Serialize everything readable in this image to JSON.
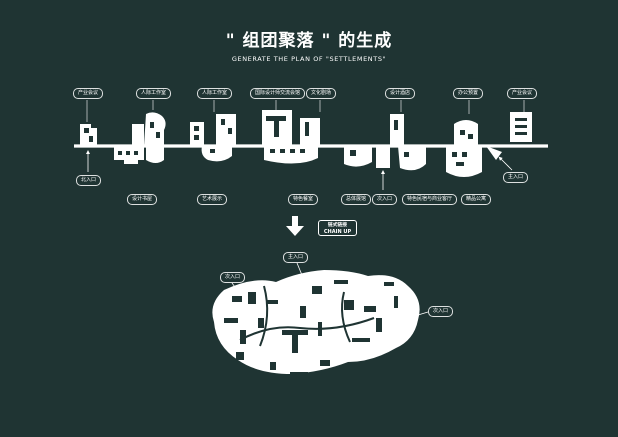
{
  "header": {
    "title": "\" 组团聚落 \" 的生成",
    "subtitle": "GENERATE THE PLAN OF \"SETTLEMENTS\""
  },
  "strip_labels": {
    "top": [
      "产业会议",
      "人际工作室",
      "人际工作室",
      "国际设计师交流会馆",
      "文化剧场",
      "设计酒店",
      "办公预置",
      "产业会议"
    ],
    "bottom": [
      "北入口",
      "设计书屋",
      "艺术展示",
      "特色餐室",
      "总体展馆",
      "次入口",
      "特色民宿与商业客厅",
      "精品公寓",
      "主入口"
    ]
  },
  "chain_up": {
    "cn": "链式链接",
    "en": "CHAIN UP"
  },
  "cluster_labels": {
    "main": "主入口",
    "secondary_left": "次入口",
    "secondary_right": "次入口"
  }
}
